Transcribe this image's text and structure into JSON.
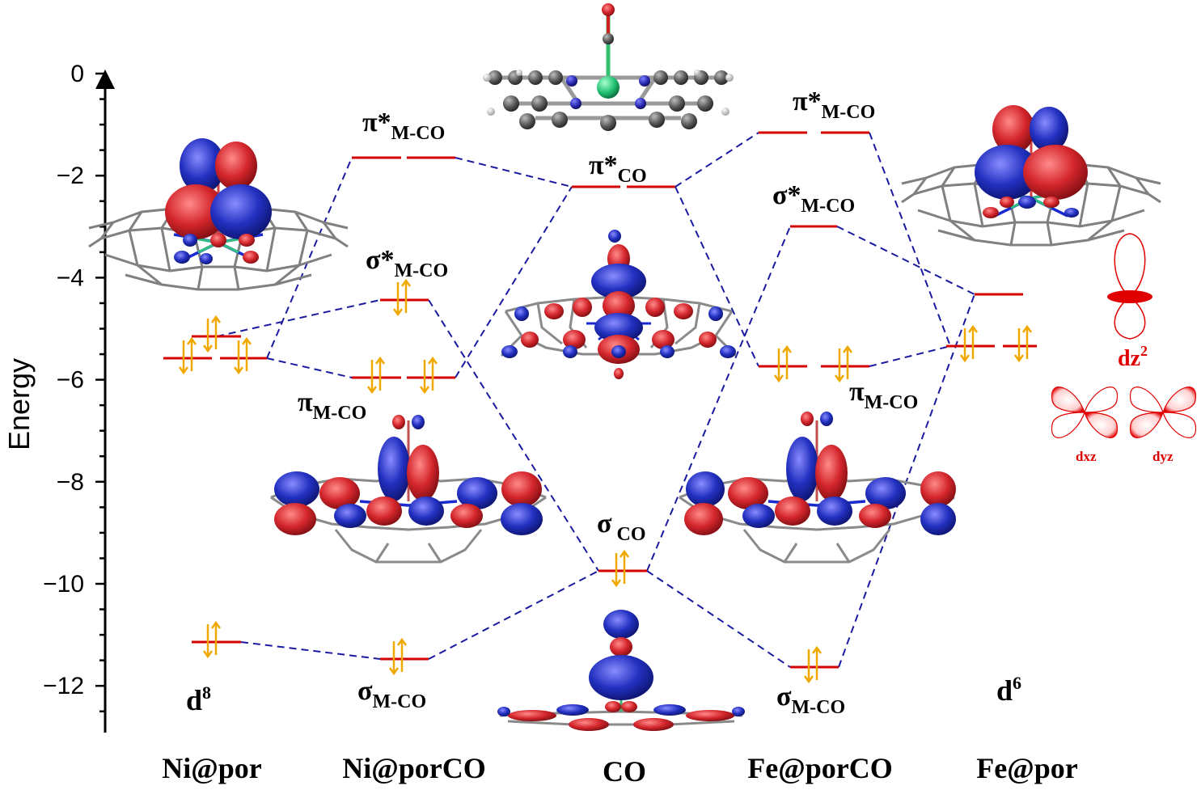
{
  "axis": {
    "title": "Energy",
    "ticks": [
      "0",
      "−2",
      "−4",
      "−6",
      "−8",
      "−10",
      "−12"
    ],
    "tick_values": [
      0,
      -2,
      -4,
      -6,
      -8,
      -10,
      -12
    ],
    "range": [
      -13,
      0
    ]
  },
  "columns": [
    "Ni@por",
    "Ni@porCO",
    "CO",
    "Fe@porCO",
    "Fe@por"
  ],
  "labels": {
    "ni_d8_base": "d",
    "ni_d8_sup": "8",
    "fe_d6_base": "d",
    "fe_d6_sup": "6",
    "ni_pi_star": {
      "base": "π*",
      "sub": "M-CO"
    },
    "ni_sigma_star": {
      "base": "σ*",
      "sub": "M-CO"
    },
    "ni_pi": {
      "base": "π",
      "sub": "M-CO"
    },
    "ni_sigma": {
      "base": "σ",
      "sub": "M-CO"
    },
    "co_pi_star": {
      "base": "π*",
      "sub": "CO"
    },
    "co_sigma": {
      "base": "σ",
      "sub": " CO"
    },
    "fe_pi_star": {
      "base": "π*",
      "sub": "M-CO"
    },
    "fe_sigma_star": {
      "base": "σ*",
      "sub": "M-CO"
    },
    "fe_pi": {
      "base": "π",
      "sub": "M-CO"
    },
    "fe_sigma": {
      "base": "σ",
      "sub": "M-CO"
    }
  },
  "legend": {
    "dz2_base": "dz",
    "dz2_sup": "2",
    "dxz": "dxz",
    "dyz": "dyz"
  },
  "energy_levels": {
    "ni_por": [
      -5.2,
      -5.6,
      -11.15
    ],
    "ni_porCO": [
      -1.65,
      -4.45,
      -5.95,
      -11.5
    ],
    "co": [
      -2.2,
      -9.75
    ],
    "fe_porCO": [
      -1.15,
      -3.0,
      -5.75,
      -11.65
    ],
    "fe_por": [
      -4.35,
      -5.35
    ]
  },
  "colors": {
    "level": "#d40000",
    "electron_arrow": "#f0a800",
    "connector": "#1a1aa0",
    "lobe_red": "#c8262c",
    "lobe_blue": "#2230b8",
    "porphyrin": "#7a7a7a",
    "legend_red": "#e00000"
  },
  "icons": [
    "co-porphyrin-molecule-icon",
    "d-orbital-isosurface-icon",
    "dz2-orbital-icon",
    "dxz-orbital-icon",
    "dyz-orbital-icon"
  ]
}
